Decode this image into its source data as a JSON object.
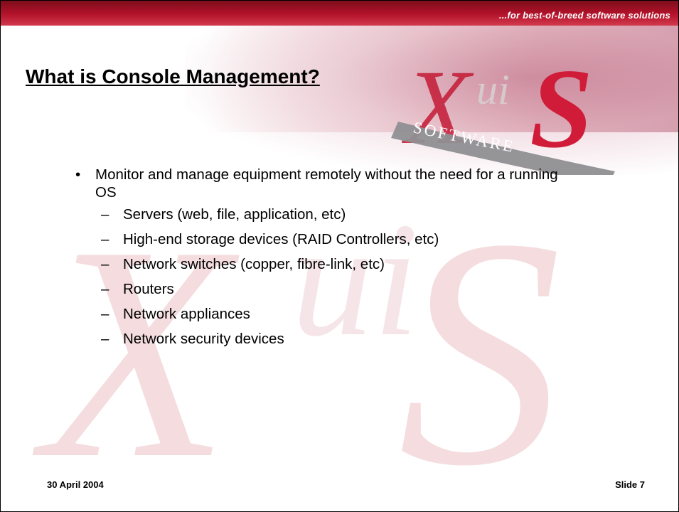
{
  "header": {
    "tagline": "...for best-of-breed software solutions"
  },
  "logo": {
    "mark": "XuiS",
    "subtitle": "SOFTWARE"
  },
  "slide": {
    "title": "What is Console Management?",
    "bullet": "Monitor and manage equipment remotely without the need for a running OS",
    "sub_items": [
      "Servers (web, file, application, etc)",
      "High-end storage devices (RAID Controllers, etc)",
      "Network switches (copper, fibre-link, etc)",
      "Routers",
      "Network appliances",
      "Network security devices"
    ]
  },
  "footer": {
    "date": "30 April 2004",
    "slide_number": "Slide 7"
  },
  "colors": {
    "brand_red": "#b3122a",
    "watermark": "#f3d9dc"
  }
}
